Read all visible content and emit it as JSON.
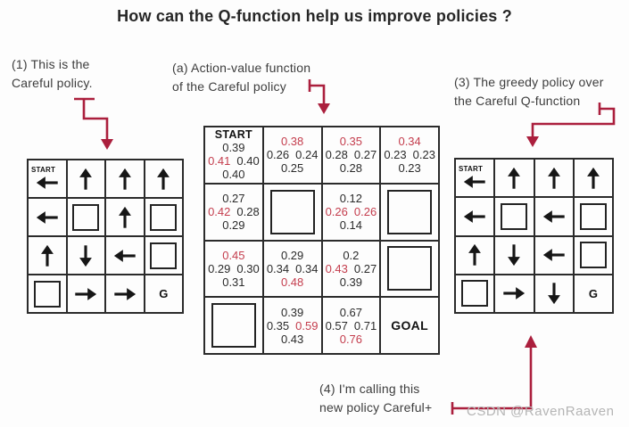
{
  "title": "How can the Q-function help us improve policies ?",
  "annotations": {
    "a1": {
      "line1": "(1) This is the",
      "line2": "Careful policy."
    },
    "a2": {
      "line1": "(a) Action-value function",
      "line2": "of the Careful policy"
    },
    "a3": {
      "line1": "(3) The greedy policy over",
      "line2": "the Careful Q-function"
    },
    "a4": {
      "line1": "(4) I'm calling this",
      "line2": "new policy Careful+"
    }
  },
  "watermark": "CSDN @RavenRaaven",
  "colors": {
    "connector_red": "#ab1f3d",
    "value_red": "#c43d4d",
    "ink": "#1f1f1f"
  },
  "left_grid": {
    "start_label": "START",
    "goal_label": "G",
    "rows": [
      [
        "start-left",
        "up",
        "up",
        "up"
      ],
      [
        "left",
        "square",
        "up",
        "square"
      ],
      [
        "up",
        "down",
        "left",
        "square"
      ],
      [
        "square",
        "right",
        "right",
        "goal"
      ]
    ]
  },
  "right_grid": {
    "start_label": "START",
    "goal_label": "G",
    "rows": [
      [
        "start-left",
        "up",
        "up",
        "up"
      ],
      [
        "left",
        "square",
        "left",
        "square"
      ],
      [
        "up",
        "down",
        "left",
        "square"
      ],
      [
        "square",
        "right",
        "down",
        "goal"
      ]
    ]
  },
  "q_grid": {
    "rows": [
      [
        {
          "type": "values",
          "label": "START",
          "up": "0.39",
          "left": "0.41",
          "right": "0.40",
          "down": "0.40",
          "red": [
            "left"
          ]
        },
        {
          "type": "values",
          "up": "0.38",
          "left": "0.26",
          "right": "0.24",
          "down": "0.25",
          "red": [
            "up"
          ]
        },
        {
          "type": "values",
          "up": "0.35",
          "left": "0.28",
          "right": "0.27",
          "down": "0.28",
          "red": [
            "up"
          ]
        },
        {
          "type": "values",
          "up": "0.34",
          "left": "0.23",
          "right": "0.23",
          "down": "0.23",
          "red": [
            "up"
          ]
        }
      ],
      [
        {
          "type": "values",
          "up": "0.27",
          "left": "0.42",
          "right": "0.28",
          "down": "0.29",
          "red": [
            "left"
          ]
        },
        {
          "type": "square"
        },
        {
          "type": "values",
          "up": "0.12",
          "left": "0.26",
          "right": "0.26",
          "down": "0.14",
          "red": [
            "left",
            "right"
          ]
        },
        {
          "type": "square"
        }
      ],
      [
        {
          "type": "values",
          "up": "0.45",
          "left": "0.29",
          "right": "0.30",
          "down": "0.31",
          "red": [
            "up"
          ]
        },
        {
          "type": "values",
          "up": "0.29",
          "left": "0.34",
          "right": "0.34",
          "down": "0.48",
          "red": [
            "down"
          ]
        },
        {
          "type": "values",
          "up": "0.2",
          "left": "0.43",
          "right": "0.27",
          "down": "0.39",
          "red": [
            "left"
          ]
        },
        {
          "type": "square"
        }
      ],
      [
        {
          "type": "square"
        },
        {
          "type": "values",
          "up": "0.39",
          "left": "0.35",
          "right": "0.59",
          "down": "0.43",
          "red": [
            "right"
          ]
        },
        {
          "type": "values",
          "up": "0.67",
          "left": "0.57",
          "right": "0.71",
          "down": "0.76",
          "red": [
            "down"
          ]
        },
        {
          "type": "goal",
          "label": "GOAL"
        }
      ]
    ]
  }
}
